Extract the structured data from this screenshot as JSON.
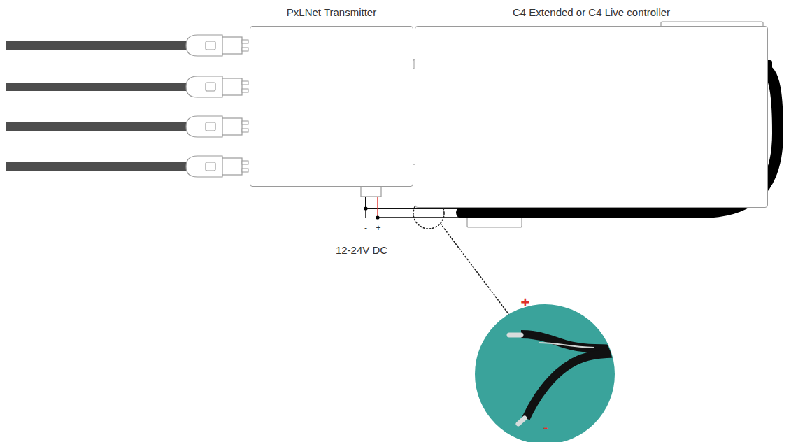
{
  "diagram": {
    "nodes": [
      {
        "text": [
          "PxLNet Transmitter"
        ]
      },
      {
        "text": [
          "C4 Extended or C4 Live controller"
        ]
      }
    ],
    "edges": [
      {
        "from": 0,
        "to": 1,
        "arrow": "none"
      }
    ],
    "labels": [
      "-",
      "+",
      "12-24V DC",
      "+",
      "-"
    ]
  }
}
